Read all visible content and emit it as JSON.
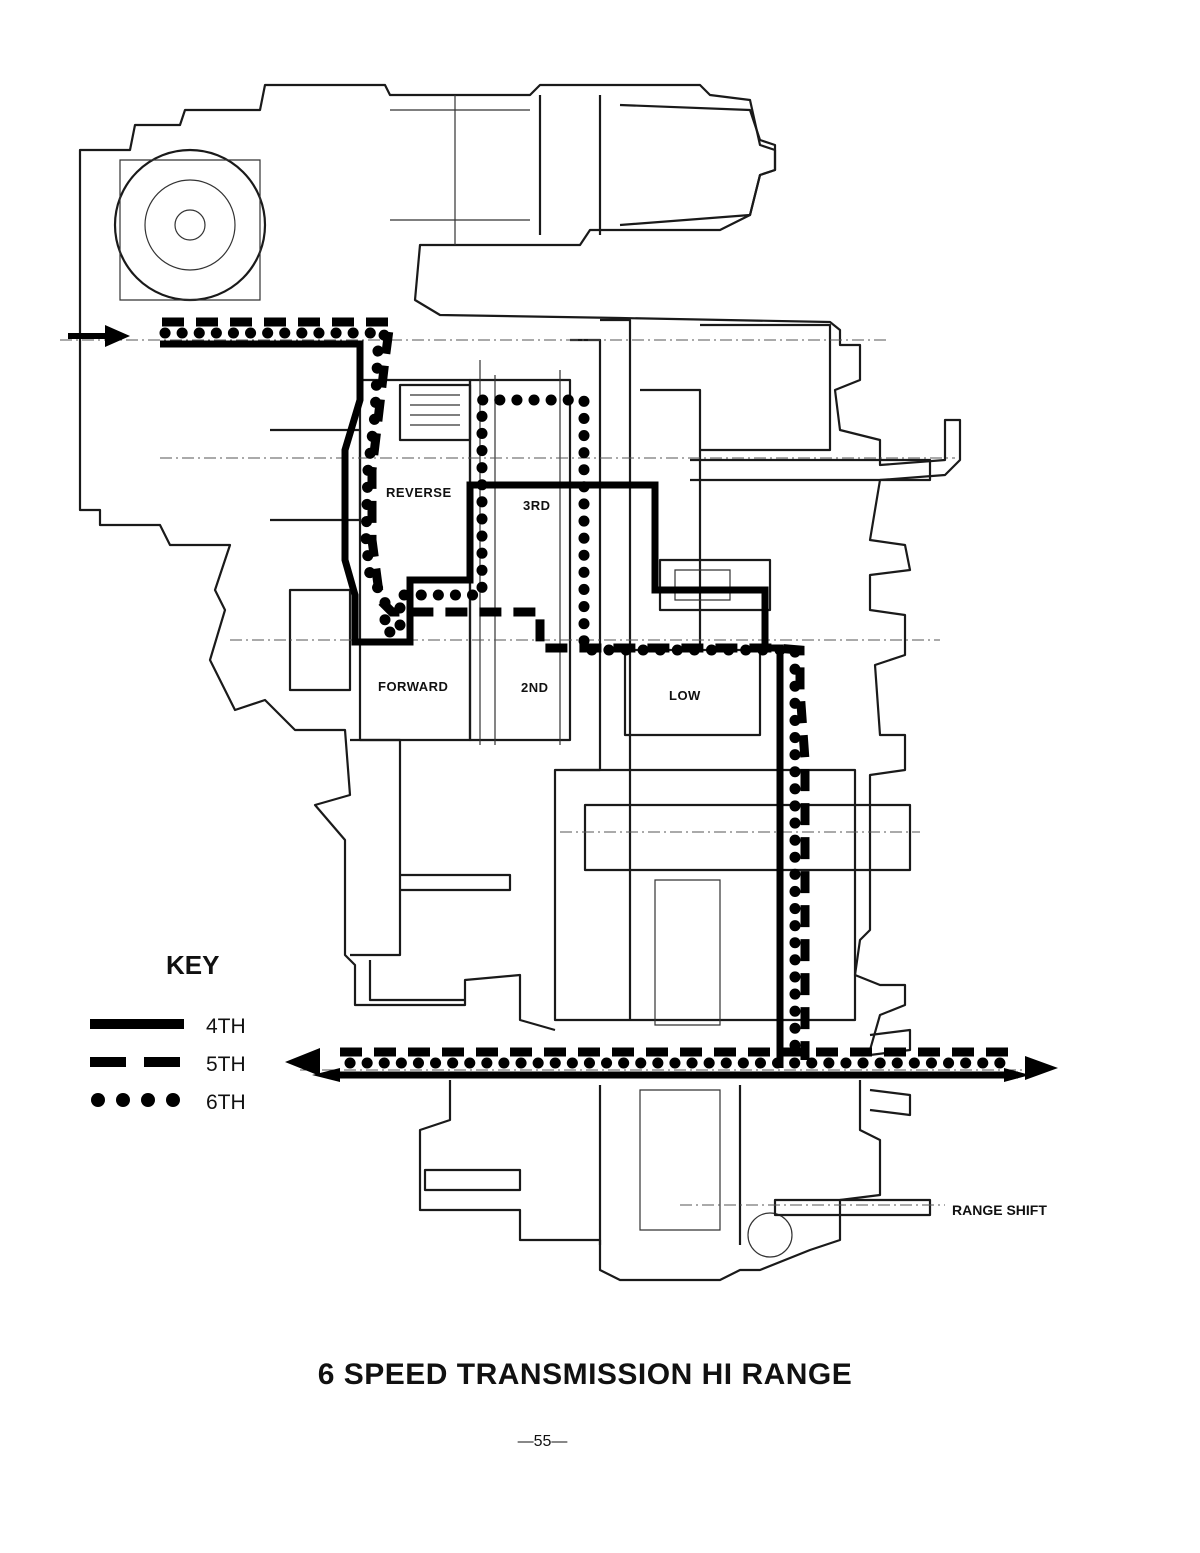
{
  "diagram": {
    "labels": {
      "reverse": "REVERSE",
      "third": "3RD",
      "forward": "FORWARD",
      "second": "2ND",
      "low": "LOW",
      "range_shift": "RANGE SHIFT"
    }
  },
  "key": {
    "title": "KEY",
    "items": [
      {
        "label": "4TH",
        "style": "solid-line"
      },
      {
        "label": "5TH",
        "style": "dashed-line"
      },
      {
        "label": "6TH",
        "style": "dotted-line"
      }
    ]
  },
  "title": "6 SPEED TRANSMISSION HI RANGE",
  "page_number": "—55—",
  "colors": {
    "ink": "#000000",
    "paper": "#ffffff"
  }
}
